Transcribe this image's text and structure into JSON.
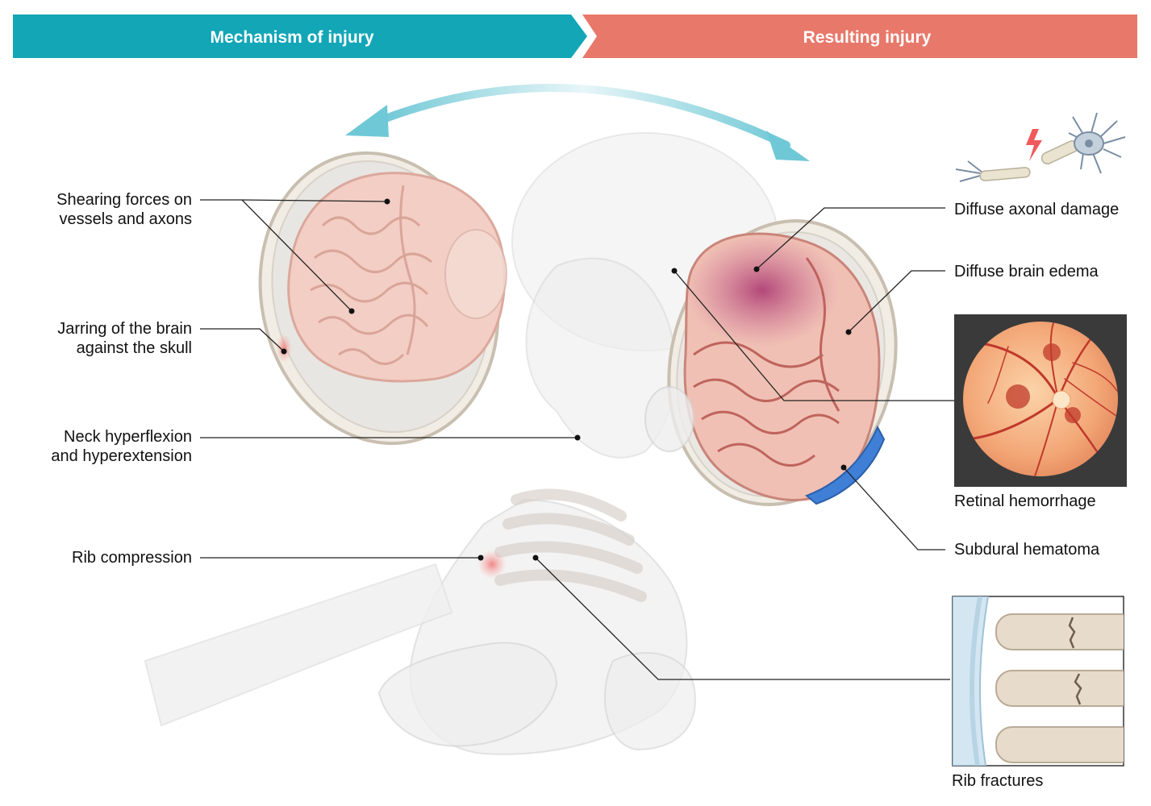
{
  "header": {
    "left_title": "Mechanism of injury",
    "right_title": "Resulting injury"
  },
  "colors": {
    "mechanism_banner": "#12a6b7",
    "result_banner": "#e8786a",
    "motion_arrow": "#7fcfda",
    "edema_highlight": "#b0427a",
    "subdural": "#3f7fd6"
  },
  "mechanism_labels": [
    {
      "lines": [
        "Shearing forces on",
        "vessels and axons"
      ]
    },
    {
      "lines": [
        "Jarring of the brain",
        "against the skull"
      ]
    },
    {
      "lines": [
        "Neck hyperflexion",
        "and hyperextension"
      ]
    },
    {
      "lines": [
        "Rib compression"
      ]
    }
  ],
  "injury_labels": [
    {
      "text": "Diffuse axonal damage"
    },
    {
      "text": "Diffuse brain edema"
    },
    {
      "text": "Retinal hemorrhage"
    },
    {
      "text": "Subdural hematoma"
    },
    {
      "text": "Rib fractures"
    }
  ],
  "icons": [
    "neuron-icon",
    "lightning-icon",
    "retina-image",
    "rib-fracture-image"
  ]
}
